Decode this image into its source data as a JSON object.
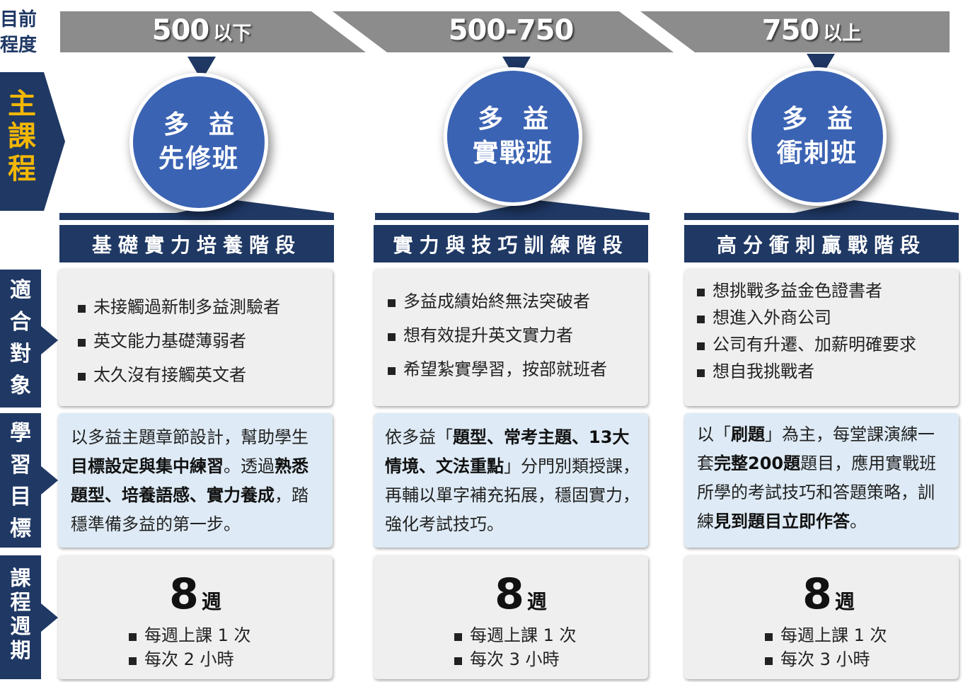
{
  "level_label": "目前程度",
  "main_course_label": "主課程",
  "row_labels": {
    "audience": "適合對象",
    "goal": "學習目標",
    "duration": "課程週期"
  },
  "columns": [
    {
      "level_num": "500",
      "level_suffix": "以下",
      "course_line1": "多益",
      "course_line2": "先修班",
      "phase": "基礎實力培養階段",
      "audience": [
        "未接觸過新制多益測驗者",
        "英文能力基礎薄弱者",
        "太久沒有接觸英文者"
      ],
      "goal_segments": [
        {
          "text": "以多益主題章節設計，幫助學生",
          "bold": false
        },
        {
          "text": "目標設定與集中練習",
          "bold": true
        },
        {
          "text": "。透過",
          "bold": false
        },
        {
          "text": "熟悉題型、培養語感、實力養成",
          "bold": true
        },
        {
          "text": "，踏穩準備多益的第一步。",
          "bold": false
        }
      ],
      "weeks_num": "8",
      "weeks_unit": "週",
      "schedule": [
        "每週上課 1 次",
        "每次 2 小時"
      ]
    },
    {
      "level_num": "500-750",
      "level_suffix": "",
      "course_line1": "多益",
      "course_line2": "實戰班",
      "phase": "實力與技巧訓練階段",
      "audience": [
        "多益成績始終無法突破者",
        "想有效提升英文實力者",
        "希望紮實學習，按部就班者"
      ],
      "goal_segments": [
        {
          "text": "依多益「",
          "bold": false
        },
        {
          "text": "題型、常考主題、13大情境、文法重點",
          "bold": true
        },
        {
          "text": "」分門別類授課，再輔以單字補充拓展，穩固實力，強化考試技巧。",
          "bold": false
        }
      ],
      "weeks_num": "8",
      "weeks_unit": "週",
      "schedule": [
        "每週上課 1 次",
        "每次 3 小時"
      ]
    },
    {
      "level_num": "750",
      "level_suffix": "以上",
      "course_line1": "多益",
      "course_line2": "衝刺班",
      "phase": "高分衝刺贏戰階段",
      "audience": [
        "想挑戰多益金色證書者",
        "想進入外商公司",
        "公司有升遷、加薪明確要求",
        "想自我挑戰者"
      ],
      "goal_segments": [
        {
          "text": "以「",
          "bold": false
        },
        {
          "text": "刷題",
          "bold": true
        },
        {
          "text": "」為主，每堂課演練一套",
          "bold": false
        },
        {
          "text": "完整200題",
          "bold": true
        },
        {
          "text": "題目，應用實戰班所學的考試技巧和答題策略，訓練",
          "bold": false
        },
        {
          "text": "見到題目立即作答",
          "bold": true
        },
        {
          "text": "。",
          "bold": false
        }
      ],
      "weeks_num": "8",
      "weeks_unit": "週",
      "schedule": [
        "每週上課 1 次",
        "每次 3 小時"
      ]
    }
  ],
  "colors": {
    "navy": "#1f3864",
    "circle_blue": "#3b63b3",
    "bar_gray": "#8c8c8c",
    "main_course_gold": "#f2b705",
    "card_gray": "#efefef",
    "card_blue": "#deebf6"
  }
}
